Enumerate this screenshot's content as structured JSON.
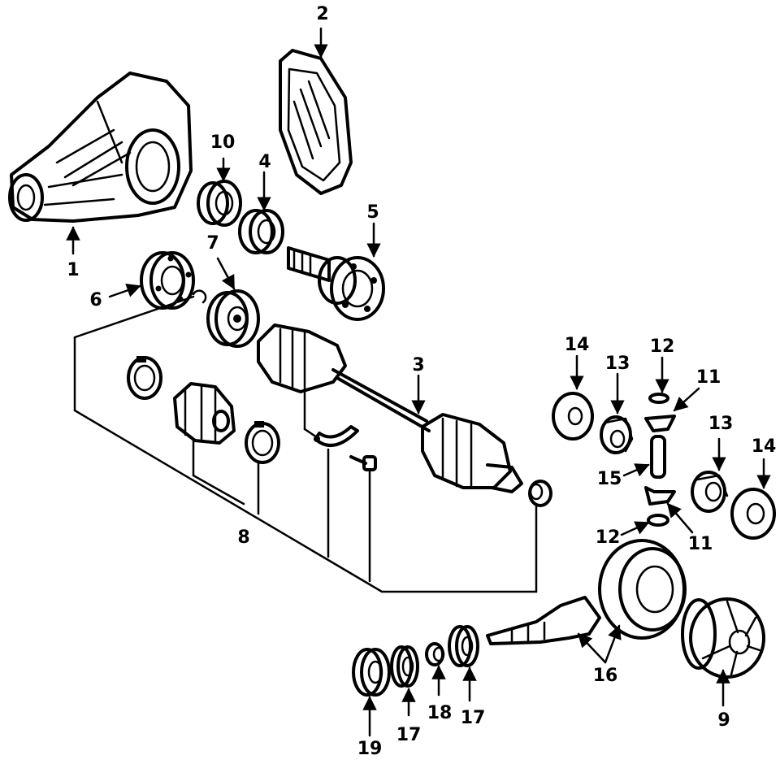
{
  "callouts": {
    "c1": "1",
    "c2": "2",
    "c3": "3",
    "c4": "4",
    "c5": "5",
    "c6": "6",
    "c7": "7",
    "c8": "8",
    "c9": "9",
    "c10": "10",
    "c11a": "11",
    "c11b": "11",
    "c12a": "12",
    "c12b": "12",
    "c13a": "13",
    "c13b": "13",
    "c14a": "14",
    "c14b": "14",
    "c15": "15",
    "c16": "16",
    "c17a": "17",
    "c17b": "17",
    "c18": "18",
    "c19": "19"
  }
}
